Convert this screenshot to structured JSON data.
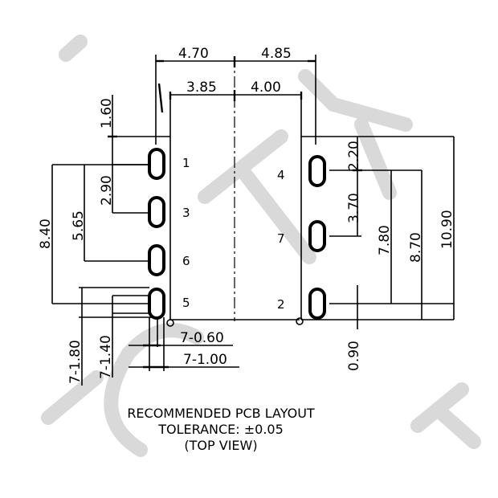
{
  "dimensions": {
    "top_left_outer": "4.70",
    "top_right_outer": "4.85",
    "top_left_inner": "3.85",
    "top_right_inner": "4.00",
    "left_top_offset": "1.60",
    "left_pitch_1_3": "2.90",
    "left_pin1_to_6": "5.65",
    "left_pin1_to_5": "8.40",
    "left_slot_length": "7-1.80",
    "left_slot_length_b": "7-1.40",
    "slot_width": "7-0.60",
    "slot_width_b": "7-1.00",
    "right_top_offset": "2.20",
    "right_pitch_4_7": "3.70",
    "right_pin4_to_2": "7.80",
    "right_span_8": "8.70",
    "right_total": "10.90",
    "right_bottom_offset": "0.90"
  },
  "pins": {
    "p1": "1",
    "p3": "3",
    "p6": "6",
    "p5": "5",
    "p4": "4",
    "p7": "7",
    "p2": "2"
  },
  "caption": {
    "line1": "RECOMMENDED PCB LAYOUT",
    "line2": "TOLERANCE: ±0.05",
    "line3": "(TOP VIEW)"
  },
  "watermark": {
    "text": "IC TIC"
  }
}
